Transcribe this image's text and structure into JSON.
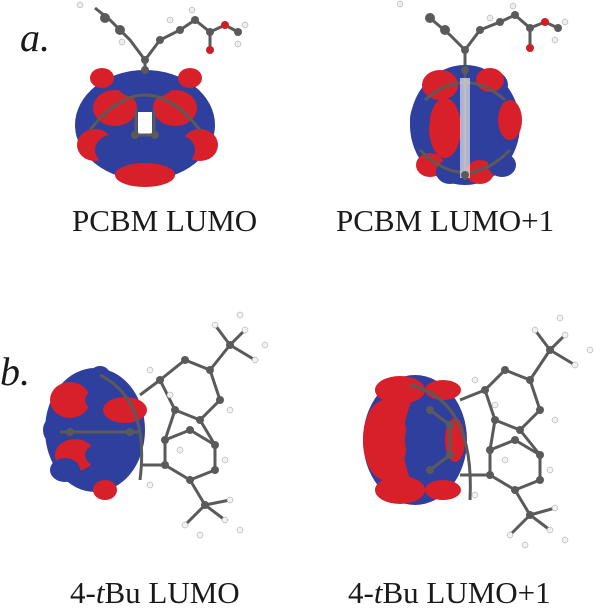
{
  "figure": {
    "panels": [
      {
        "label": "a.",
        "items": [
          {
            "caption": "PCBM LUMO",
            "molecule": "PCBM",
            "orbital": "LUMO"
          },
          {
            "caption": "PCBM LUMO+1",
            "molecule": "PCBM",
            "orbital": "LUMO+1"
          }
        ]
      },
      {
        "label": "b.",
        "items": [
          {
            "caption_prefix": "4-",
            "caption_italic": "t",
            "caption_suffix": "Bu LUMO",
            "molecule": "4-tBu",
            "orbital": "LUMO"
          },
          {
            "caption_prefix": "4-",
            "caption_italic": "t",
            "caption_suffix": "Bu LUMO+1",
            "molecule": "4-tBu",
            "orbital": "LUMO+1"
          }
        ]
      }
    ],
    "colors": {
      "positive_lobe": "#d8202a",
      "negative_lobe": "#2f3f9e",
      "carbon": "#5a5a5a",
      "hydrogen": "#f2f2f2",
      "oxygen": "#d01e24",
      "background": "#ffffff"
    }
  }
}
